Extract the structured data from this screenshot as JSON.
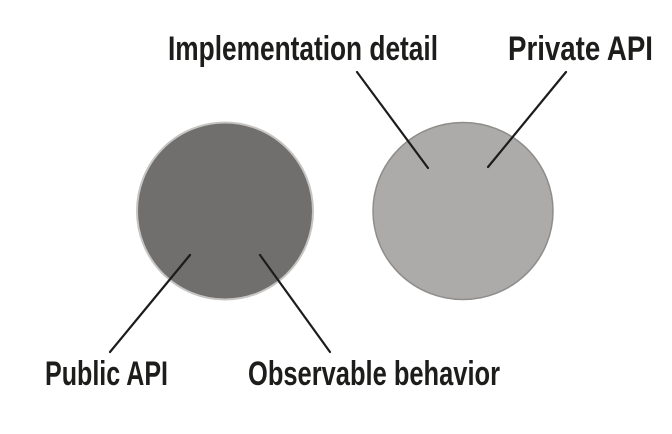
{
  "figure": {
    "title": "Public API vs Private API circles diagram",
    "background_color": "#ffffff",
    "text_color": "#1d1d1b",
    "pointer_line_color": "#1c1c1c",
    "left_circle": {
      "fill": "#706f6d",
      "stroke": "#c6c5c3",
      "meaning_labels": [
        "Public API",
        "Observable behavior"
      ]
    },
    "right_circle": {
      "fill": "#acaba9",
      "stroke": "#8e8d8b",
      "meaning_labels": [
        "Implementation detail",
        "Private API"
      ]
    },
    "labels": {
      "implementation_detail": "Implementation detail",
      "private_api": "Private API",
      "public_api": "Public API",
      "observable_behavior": "Observable behavior"
    }
  }
}
